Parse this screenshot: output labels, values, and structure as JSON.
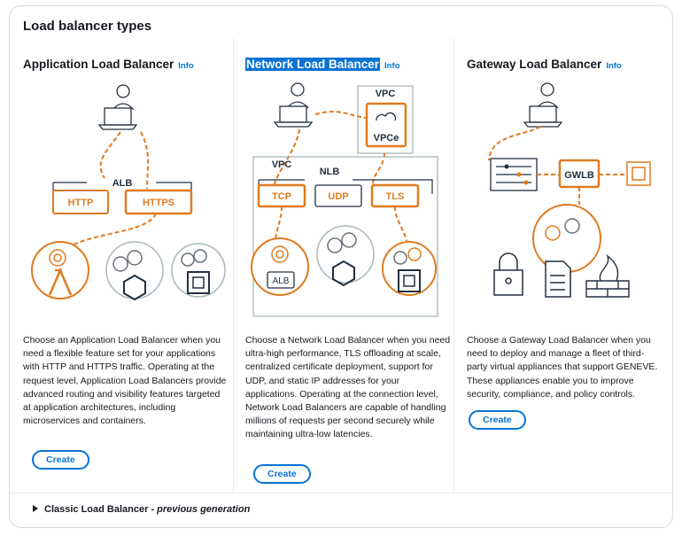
{
  "section_title": "Load balancer types",
  "info_label": "Info",
  "create_label": "Create",
  "cards": [
    {
      "title": "Application Load Balancer",
      "diagram": {
        "alb": "ALB",
        "http": "HTTP",
        "https": "HTTPS"
      },
      "description": "Choose an Application Load Balancer when you need a flexible feature set for your applications with HTTP and HTTPS traffic. Operating at the request level, Application Load Balancers provide advanced routing and visibility features targeted at application architectures, including microservices and containers."
    },
    {
      "title": "Network Load Balancer",
      "diagram": {
        "vpc_top": "VPC",
        "vpce": "VPCe",
        "vpc": "VPC",
        "nlb": "NLB",
        "tcp": "TCP",
        "udp": "UDP",
        "tls": "TLS",
        "alb": "ALB"
      },
      "description": "Choose a Network Load Balancer when you need ultra-high performance, TLS offloading at scale, centralized certificate deployment, support for UDP, and static IP addresses for your applications. Operating at the connection level, Network Load Balancers are capable of handling millions of requests per second securely while maintaining ultra-low latencies."
    },
    {
      "title": "Gateway Load Balancer",
      "diagram": {
        "gwlb": "GWLB"
      },
      "description": "Choose a Gateway Load Balancer when you need to deploy and manage a fleet of third-party virtual appliances that support GENEVE. These appliances enable you to improve security, compliance, and policy controls."
    }
  ],
  "footer": {
    "label": "Classic Load Balancer",
    "suffix": "previous generation",
    "dash": " - "
  },
  "colors": {
    "accent": "#0972d3",
    "orange": "#e07a1f",
    "text": "#16191f",
    "border": "#d5dbdb"
  }
}
